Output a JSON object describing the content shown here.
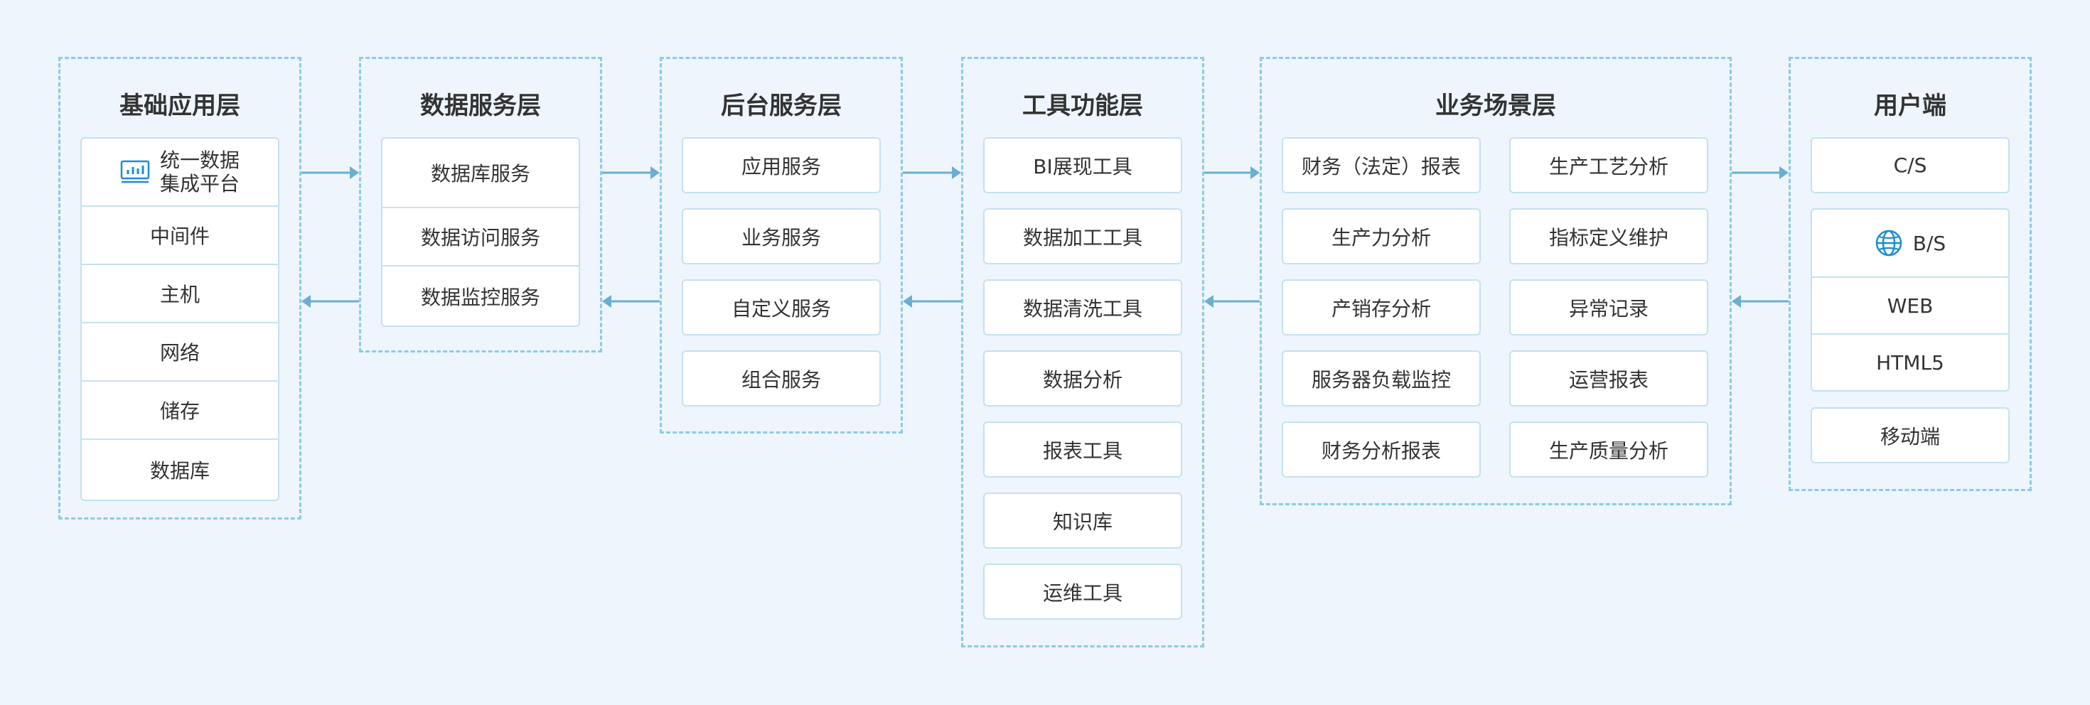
{
  "colors": {
    "background": "#eef5fc",
    "dashed_border": "#8ecbe2",
    "card_border": "#c5e1ef",
    "arrow": "#6aaed3",
    "icon": "#1a8ed6"
  },
  "layers": [
    {
      "title": "基础应用层",
      "top_item": {
        "icon": "monitor-chart-icon",
        "line1": "统一数据",
        "line2": "集成平台"
      },
      "items": [
        "中间件",
        "主机",
        "网络",
        "储存",
        "数据库"
      ]
    },
    {
      "title": "数据服务层",
      "items": [
        "数据库服务",
        "数据访问服务",
        "数据监控服务"
      ]
    },
    {
      "title": "后台服务层",
      "items": [
        "应用服务",
        "业务服务",
        "自定义服务",
        "组合服务"
      ]
    },
    {
      "title": "工具功能层",
      "items": [
        "BI展现工具",
        "数据加工工具",
        "数据清洗工具",
        "数据分析",
        "报表工具",
        "知识库",
        "运维工具"
      ]
    },
    {
      "title": "业务场景层",
      "left_items": [
        "财务（法定）报表",
        "生产力分析",
        "产销存分析",
        "服务器负载监控",
        "财务分析报表"
      ],
      "right_items": [
        "生产工艺分析",
        "指标定义维护",
        "异常记录",
        "运营报表",
        "生产质量分析"
      ]
    },
    {
      "title": "用户端",
      "cs": "C/S",
      "bs_group": {
        "icon": "globe-icon",
        "label": "B/S",
        "items": [
          "WEB",
          "HTML5"
        ]
      },
      "mobile": "移动端"
    }
  ]
}
